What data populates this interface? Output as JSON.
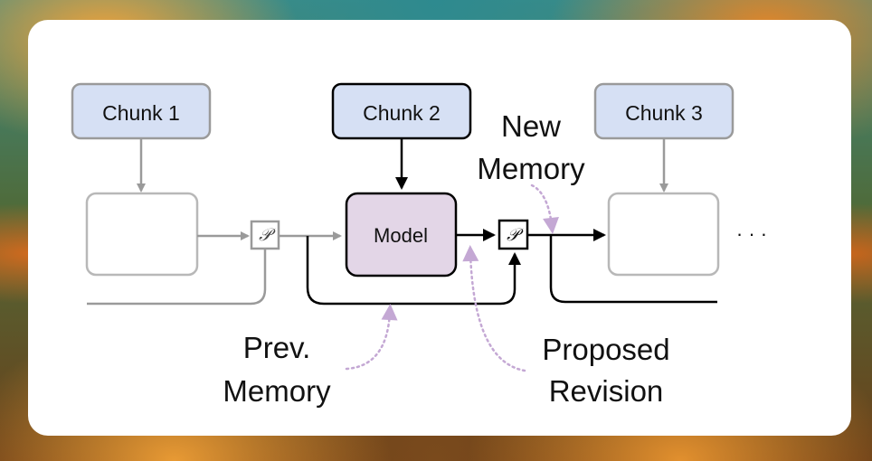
{
  "diagram": {
    "chunks": [
      "Chunk 1",
      "Chunk 2",
      "Chunk 3"
    ],
    "model_label": "Model",
    "projection_symbol": "𝒫",
    "ellipsis": "· · ·",
    "annotations": {
      "new_memory": [
        "New",
        "Memory"
      ],
      "prev_memory": [
        "Prev.",
        "Memory"
      ],
      "proposed_revision": [
        "Proposed",
        "Revision"
      ]
    },
    "colors": {
      "chunk_fill": "#d6e0f4",
      "model_fill": "#e3d6e7",
      "active_stroke": "#000000",
      "inactive_stroke": "#9a9a9a",
      "annotation_arrow": "#c4a8d4"
    }
  }
}
